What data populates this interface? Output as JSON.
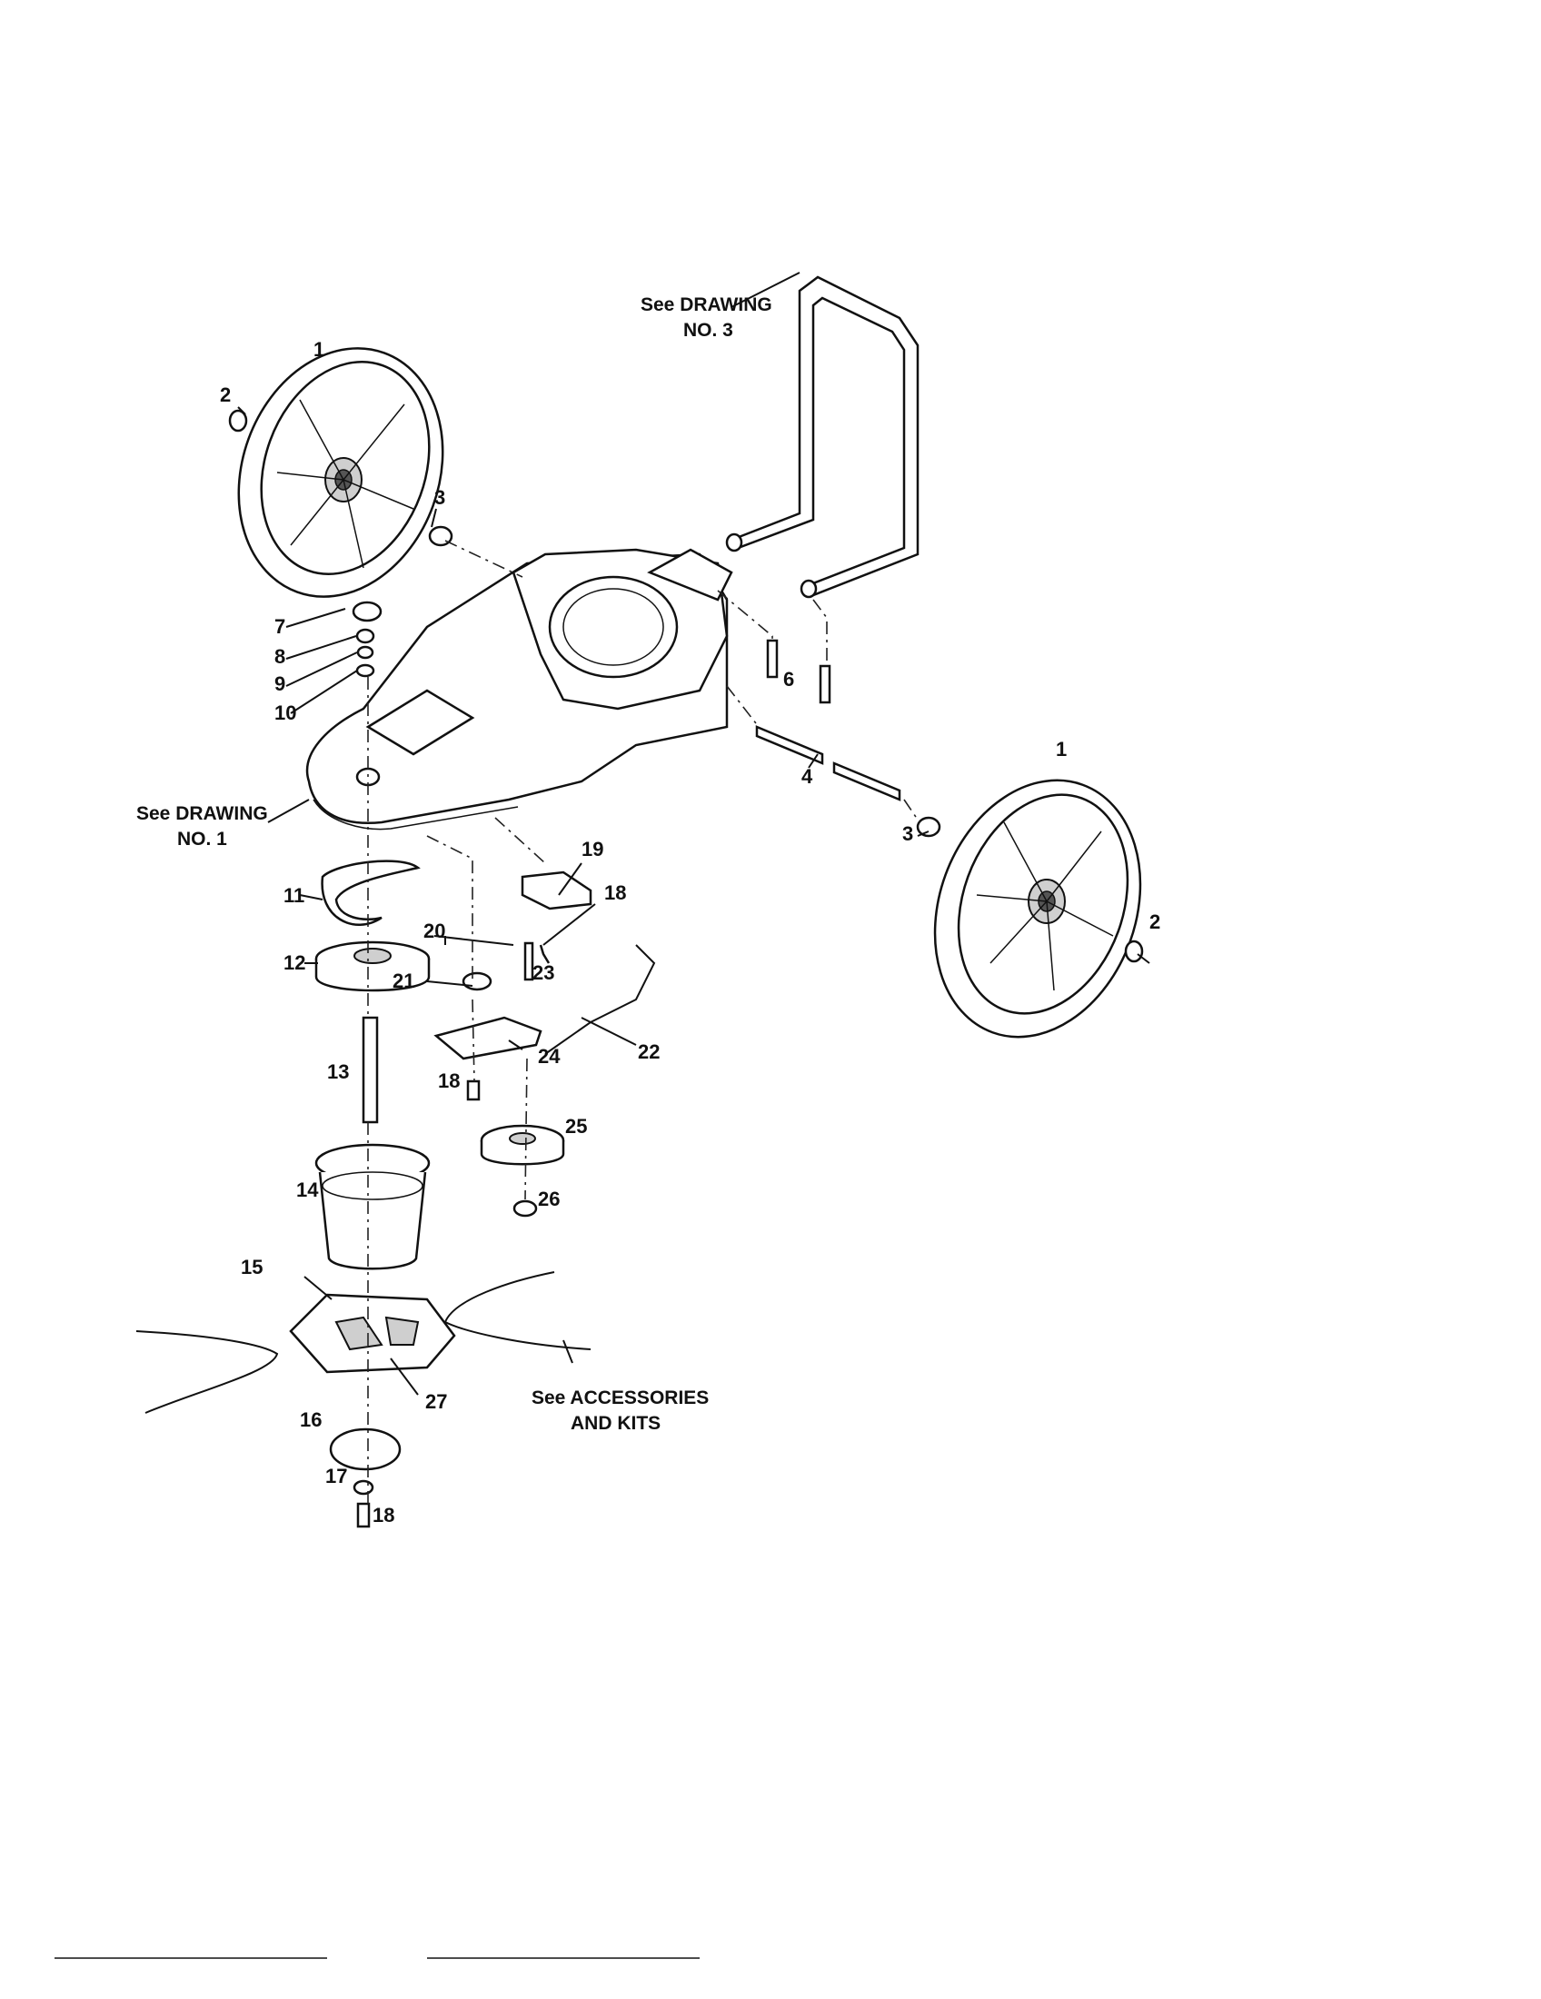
{
  "callouts": {
    "c1a": "1",
    "c2a": "2",
    "c3a": "3",
    "c7": "7",
    "c8": "8",
    "c9": "9",
    "c10": "10",
    "c6": "6",
    "c4": "4",
    "c1b": "1",
    "c3b": "3",
    "c2b": "2",
    "c19": "19",
    "c18a": "18",
    "c11": "11",
    "c20": "20",
    "c12": "12",
    "c23": "23",
    "c21": "21",
    "c22": "22",
    "c24": "24",
    "c13": "13",
    "c18b": "18",
    "c25": "25",
    "c14": "14",
    "c26": "26",
    "c15": "15",
    "c27": "27",
    "c16": "16",
    "c17": "17",
    "c18c": "18"
  },
  "notes": {
    "drawing3_line1": "See DRAWING",
    "drawing3_line2": "NO. 3",
    "drawing1_line1": "See DRAWING",
    "drawing1_line2": "NO. 1",
    "accessories_line1": "See ACCESSORIES",
    "accessories_line2": "AND KITS"
  }
}
